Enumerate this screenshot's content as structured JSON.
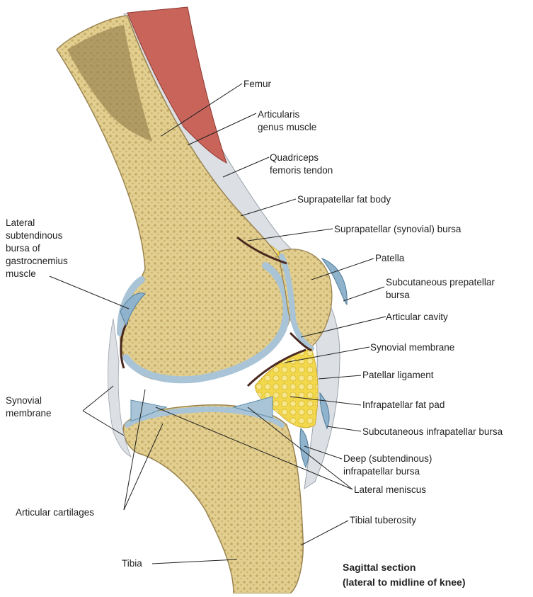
{
  "diagram": {
    "caption_line1": "Sagittal section",
    "caption_line2": "(lateral to midline of knee)",
    "labels": {
      "femur": "Femur",
      "articularis_1": "Articularis",
      "articularis_2": "genus muscle",
      "quadriceps_1": "Quadriceps",
      "quadriceps_2": "femoris tendon",
      "suprapatellar_fat": "Suprapatellar fat body",
      "suprapatellar_bursa": "Suprapatellar (synovial) bursa",
      "lateral_bursa_1": "Lateral",
      "lateral_bursa_2": "subtendinous",
      "lateral_bursa_3": "bursa of",
      "lateral_bursa_4": "gastrocnemius",
      "lateral_bursa_5": "muscle",
      "patella": "Patella",
      "prepatellar_1": "Subcutaneous prepatellar",
      "prepatellar_2": "bursa",
      "articular_cavity": "Articular cavity",
      "synovial_right": "Synovial membrane",
      "patellar_ligament": "Patellar ligament",
      "synovial_left_1": "Synovial",
      "synovial_left_2": "membrane",
      "infrapatellar_fat": "Infrapatellar fat pad",
      "subcut_infra": "Subcutaneous infrapatellar bursa",
      "deep_infra_1": "Deep (subtendinous)",
      "deep_infra_2": "infrapatellar bursa",
      "lateral_meniscus": "Lateral meniscus",
      "articular_cartilages": "Articular cartilages",
      "tibial_tuberosity": "Tibial tuberosity",
      "tibia": "Tibia"
    },
    "colors": {
      "bone": "#e8d9a6",
      "spongy_bone": "#d6bf7e",
      "cartilage": "#a9c4d6",
      "fat": "#f2d84a",
      "muscle": "#c9645a",
      "tendon": "#dcdfe3",
      "synovial": "#4a2820",
      "marrow": "#9a8450"
    }
  }
}
